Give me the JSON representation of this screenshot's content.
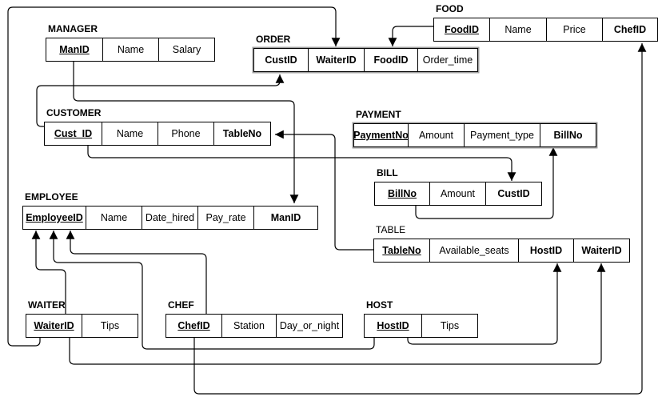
{
  "colors": {
    "background": "#ffffff",
    "line": "#000000",
    "table_border": "#000000",
    "shadow_border": "#9e9e9e"
  },
  "tables": {
    "manager": {
      "label": "MANAGER",
      "columns": [
        {
          "label": "ManID",
          "role": "pk"
        },
        {
          "label": "Name"
        },
        {
          "label": "Salary"
        }
      ]
    },
    "order": {
      "label": "ORDER",
      "columns": [
        {
          "label": "CustID",
          "role": "fk"
        },
        {
          "label": "WaiterID",
          "role": "fk"
        },
        {
          "label": "FoodID",
          "role": "fk"
        },
        {
          "label": "Order_time"
        }
      ]
    },
    "food": {
      "label": "FOOD",
      "columns": [
        {
          "label": "FoodID",
          "role": "pk"
        },
        {
          "label": "Name"
        },
        {
          "label": "Price"
        },
        {
          "label": "ChefID",
          "role": "fk"
        }
      ]
    },
    "customer": {
      "label": "CUSTOMER",
      "columns": [
        {
          "label": "Cust_ID",
          "role": "pk"
        },
        {
          "label": "Name"
        },
        {
          "label": "Phone"
        },
        {
          "label": "TableNo",
          "role": "fk"
        }
      ]
    },
    "payment": {
      "label": "PAYMENT",
      "columns": [
        {
          "label": "PaymentNo",
          "role": "pk"
        },
        {
          "label": "Amount"
        },
        {
          "label": "Payment_type"
        },
        {
          "label": "BillNo",
          "role": "fk"
        }
      ]
    },
    "bill": {
      "label": "BILL",
      "columns": [
        {
          "label": "BillNo",
          "role": "pk"
        },
        {
          "label": "Amount"
        },
        {
          "label": "CustID",
          "role": "fk"
        }
      ]
    },
    "employee": {
      "label": "EMPLOYEE",
      "columns": [
        {
          "label": "EmployeeID",
          "role": "pk"
        },
        {
          "label": "Name"
        },
        {
          "label": "Date_hired"
        },
        {
          "label": "Pay_rate"
        },
        {
          "label": "ManID",
          "role": "fk"
        }
      ]
    },
    "table": {
      "label": "TABLE",
      "columns": [
        {
          "label": "TableNo",
          "role": "pk"
        },
        {
          "label": "Available_seats"
        },
        {
          "label": "HostID",
          "role": "fk"
        },
        {
          "label": "WaiterID",
          "role": "fk"
        }
      ]
    },
    "waiter": {
      "label": "WAITER",
      "columns": [
        {
          "label": "WaiterID",
          "role": "pk"
        },
        {
          "label": "Tips"
        }
      ]
    },
    "chef": {
      "label": "CHEF",
      "columns": [
        {
          "label": "ChefID",
          "role": "pk"
        },
        {
          "label": "Station"
        },
        {
          "label": "Day_or_night"
        }
      ]
    },
    "host": {
      "label": "HOST",
      "columns": [
        {
          "label": "HostID",
          "role": "pk"
        },
        {
          "label": "Tips"
        }
      ]
    }
  },
  "connections": [
    {
      "from": "MANAGER.ManID",
      "to": "EMPLOYEE.ManID"
    },
    {
      "from": "CUSTOMER.Cust_ID",
      "to": "ORDER.CustID"
    },
    {
      "from": "WAITER.WaiterID",
      "to": "ORDER.WaiterID"
    },
    {
      "from": "FOOD.FoodID",
      "to": "ORDER.FoodID"
    },
    {
      "from": "CHEF.ChefID",
      "to": "FOOD.ChefID"
    },
    {
      "from": "TABLE.TableNo",
      "to": "CUSTOMER.TableNo"
    },
    {
      "from": "CUSTOMER.Cust_ID",
      "to": "BILL.CustID"
    },
    {
      "from": "BILL.BillNo",
      "to": "PAYMENT.BillNo"
    },
    {
      "from": "WAITER.WaiterID",
      "to": "EMPLOYEE.EmployeeID"
    },
    {
      "from": "HOST.HostID",
      "to": "EMPLOYEE.EmployeeID"
    },
    {
      "from": "CHEF.ChefID",
      "to": "EMPLOYEE.EmployeeID"
    },
    {
      "from": "WAITER.WaiterID",
      "to": "TABLE.WaiterID"
    },
    {
      "from": "HOST.HostID",
      "to": "TABLE.HostID"
    }
  ]
}
